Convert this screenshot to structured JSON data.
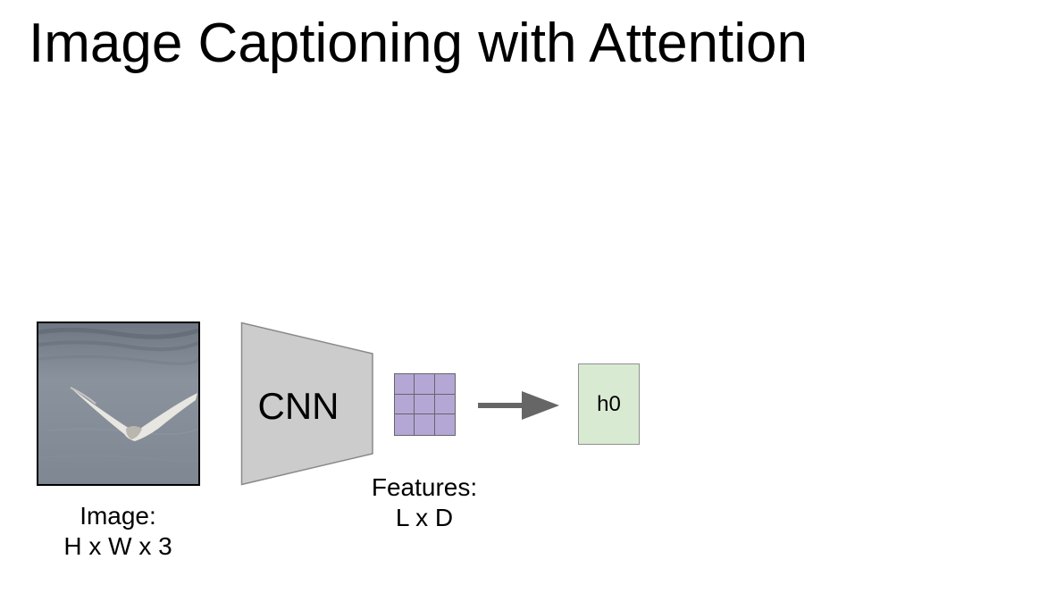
{
  "slide": {
    "title": "Image Captioning with Attention"
  },
  "image_block": {
    "caption_line1": "Image:",
    "caption_line2": "H x W x 3"
  },
  "cnn": {
    "label": "CNN",
    "fill_color": "#cccccc"
  },
  "features": {
    "caption_line1": "Features:",
    "caption_line2": "L x D",
    "grid_color": "#b4a7d6"
  },
  "arrow": {
    "color": "#666666"
  },
  "hidden_state": {
    "label": "h0",
    "fill_color": "#d9ead3"
  }
}
